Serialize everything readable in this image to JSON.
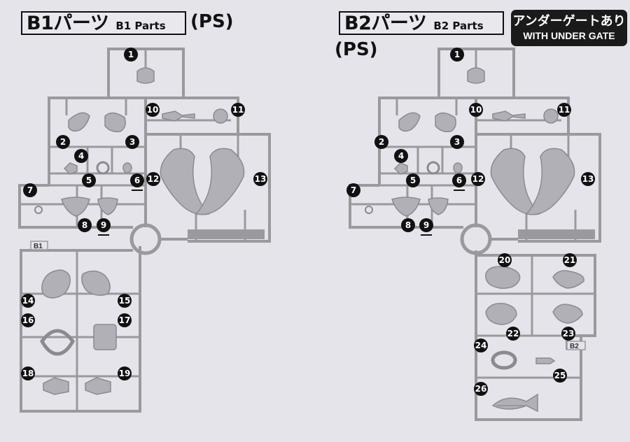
{
  "b1": {
    "title": "B1パーツ",
    "subtitle": "B1 Parts",
    "material": "(PS)",
    "tag": "B1",
    "numbers": [
      "1",
      "2",
      "3",
      "4",
      "5",
      "6",
      "7",
      "8",
      "9",
      "10",
      "11",
      "12",
      "13",
      "14",
      "15",
      "16",
      "17",
      "18",
      "19"
    ]
  },
  "b2": {
    "title": "B2パーツ",
    "subtitle": "B2 Parts",
    "material": "(PS)",
    "tag": "B2",
    "badge_jp": "アンダーゲートあり",
    "badge_en": "WITH UNDER GATE",
    "numbers": [
      "1",
      "2",
      "3",
      "4",
      "5",
      "6",
      "7",
      "8",
      "9",
      "10",
      "11",
      "12",
      "13",
      "20",
      "21",
      "22",
      "23",
      "24",
      "25",
      "26"
    ]
  },
  "colors": {
    "background": "#e4e4ea",
    "runner": "#9a9a9e",
    "part_fill": "#b0b0b6",
    "number_fill": "#111111"
  }
}
